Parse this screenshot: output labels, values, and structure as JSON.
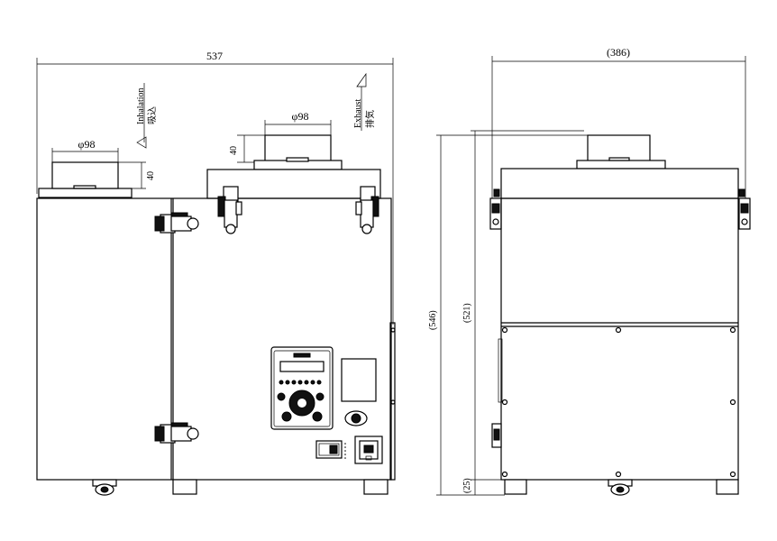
{
  "front_view": {
    "width_dim": "537",
    "inlet_dia": "φ98",
    "inlet_height": "40",
    "outlet_dia": "φ98",
    "outlet_height": "40",
    "inhalation_label_en": "Inhalation",
    "inhalation_label_cn": "吸込",
    "exhaust_label_en": "Exhaust",
    "exhaust_label_cn": "排気"
  },
  "side_view": {
    "depth_dim": "(386)",
    "total_height_dim": "(546)",
    "body_height_dim": "(521)",
    "foot_height_dim": "(25)"
  }
}
